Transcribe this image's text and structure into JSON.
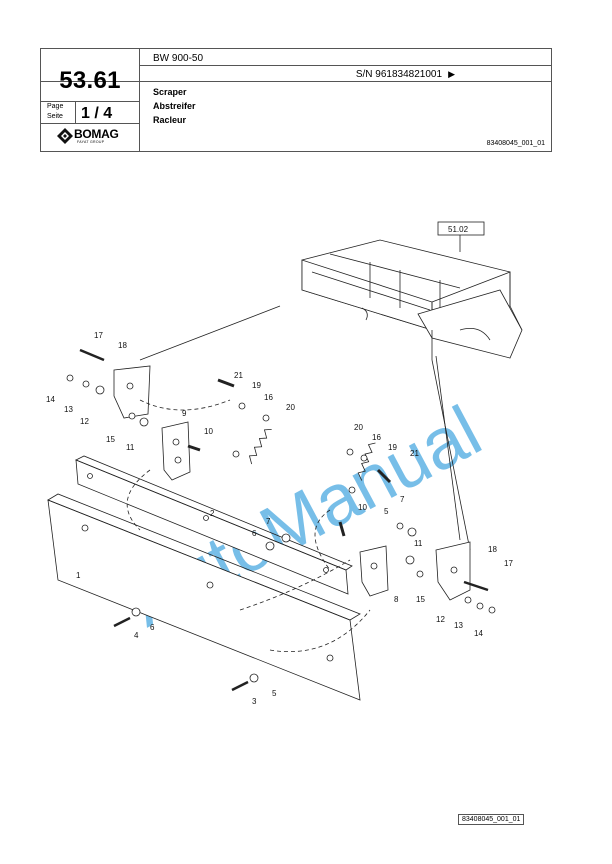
{
  "header": {
    "model": "BW 900-50",
    "serial": "S/N 961834821001",
    "serial_arrow": "▶",
    "section": "53.61",
    "page_label_en": "Page",
    "page_label_de": "Seite",
    "page": "1 / 4",
    "title_en": "Scraper",
    "title_de": "Abstreifer",
    "title_fr": "Racleur",
    "doc_id": "83408045_001_01",
    "logo_name": "BOMAG",
    "logo_sub": "FAYAT GROUP"
  },
  "drawing": {
    "ref_box": "51.02",
    "watermark": "AutoManual",
    "callouts": {
      "c1": "1",
      "c2": "2",
      "c3": "3",
      "c4": "4",
      "c5a": "5",
      "c5b": "5",
      "c6a": "6",
      "c6b": "6",
      "c7a": "7",
      "c7b": "7",
      "c8": "8",
      "c9": "9",
      "c10a": "10",
      "c10b": "10",
      "c11a": "11",
      "c11b": "11",
      "c12a": "12",
      "c12b": "12",
      "c13a": "13",
      "c13b": "13",
      "c14a": "14",
      "c14b": "14",
      "c15a": "15",
      "c15b": "15",
      "c16a": "16",
      "c16b": "16",
      "c17a": "17",
      "c17b": "17",
      "c18a": "18",
      "c18b": "18",
      "c19a": "19",
      "c19b": "19",
      "c20a": "20",
      "c20b": "20",
      "c21a": "21",
      "c21b": "21"
    }
  },
  "footer": {
    "doc_id": "83408045_001_01"
  },
  "colors": {
    "watermark": "#4aa8e0",
    "line": "#222222"
  }
}
